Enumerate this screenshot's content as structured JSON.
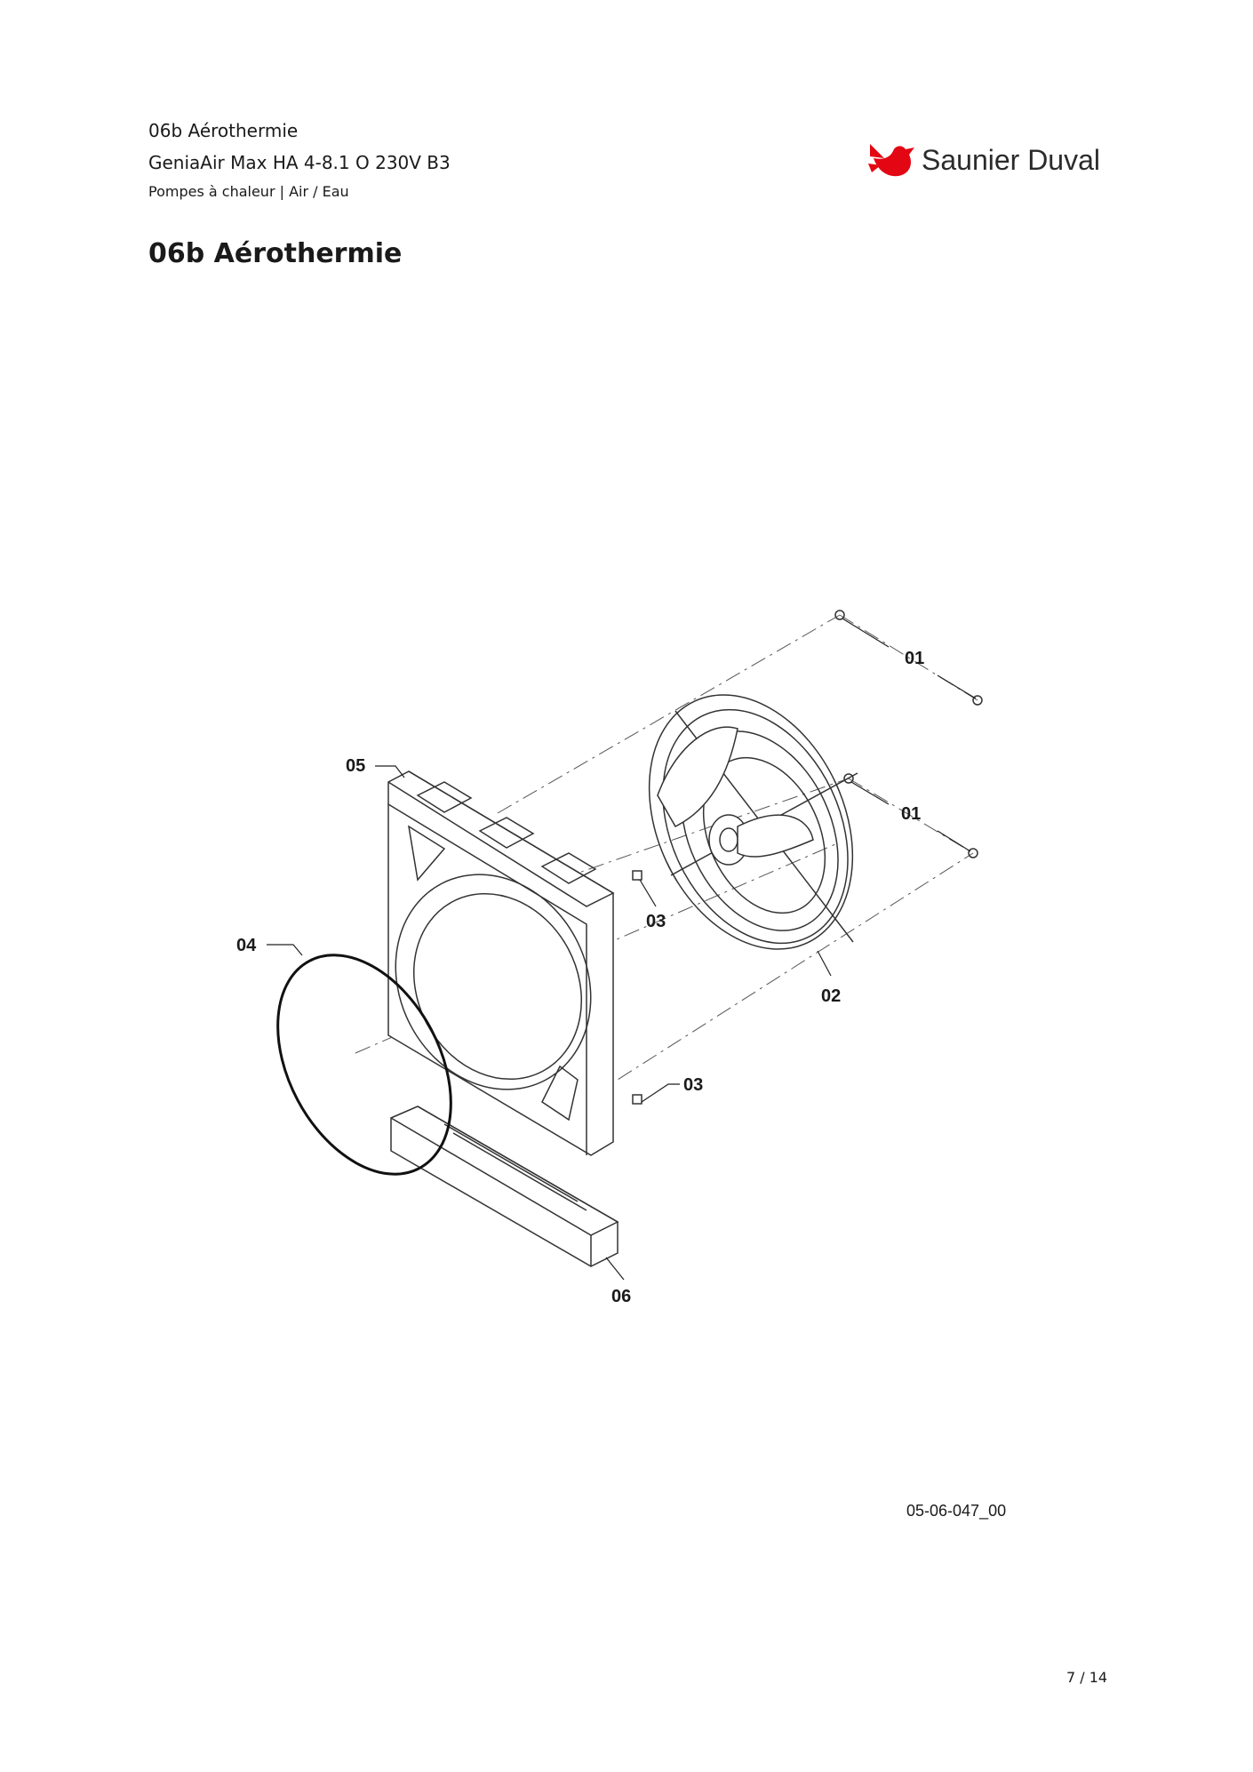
{
  "header": {
    "section": "06b Aérothermie",
    "product": "GeniaAir Max HA 4-8.1 O 230V B3",
    "category": "Pompes à chaleur | Air / Eau"
  },
  "brand": {
    "name": "Saunier Duval",
    "color": "#e30613",
    "logo_icon": "bird-icon"
  },
  "page_title": "06b Aérothermie",
  "diagram": {
    "callouts": {
      "screw_top": "01",
      "screw_mid": "01",
      "fan": "02",
      "clip_upper": "03",
      "clip_lower": "03",
      "seal": "04",
      "frame": "05",
      "base": "06"
    },
    "reference": "05-06-047_00"
  },
  "footer": {
    "page": "7 / 14"
  }
}
